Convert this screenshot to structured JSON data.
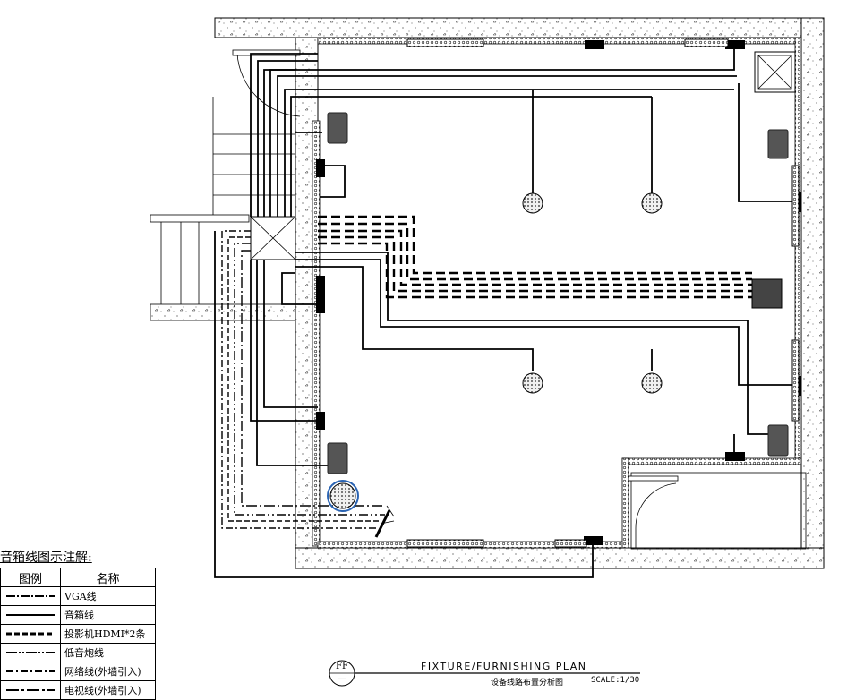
{
  "title_block": {
    "symbol_top": "FF",
    "symbol_bottom": "—",
    "title_en": "FIXTURE/FURNISHING PLAN",
    "title_cn": "设备线路布置分析图",
    "scale": "SCALE:1/30"
  },
  "legend": {
    "title": "音箱线图示注解:",
    "header_symbol": "图例",
    "header_name": "名称",
    "items": [
      {
        "name": "VGA线",
        "style": "dash-dot"
      },
      {
        "name": "音箱线",
        "style": "solid"
      },
      {
        "name": "投影机HDMI*2条",
        "style": "dashed-thick"
      },
      {
        "name": "低音炮线",
        "style": "dash-dot-dot"
      },
      {
        "name": "网络线(外墙引入)",
        "style": "long-dash-dot"
      },
      {
        "name": "电视线(外墙引入)",
        "style": "dash-dot-long"
      }
    ]
  },
  "colors": {
    "line": "#000000",
    "wall_fill": "#f4f4f4",
    "speaker": "#555555",
    "subwoofer_ring": "#2b64b3"
  }
}
